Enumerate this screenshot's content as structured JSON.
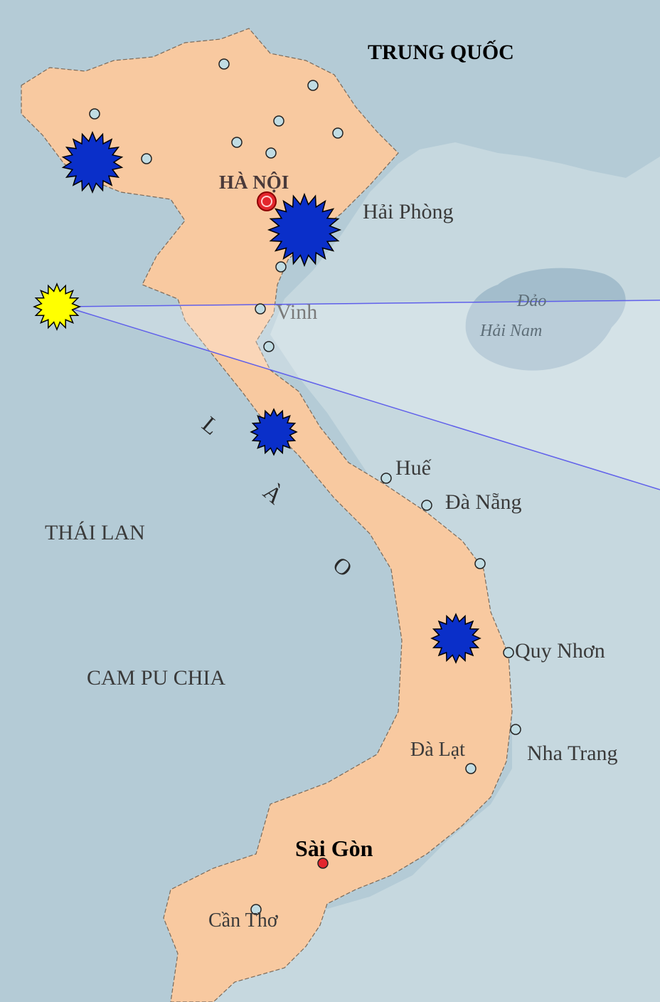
{
  "map": {
    "labels": {
      "china": "TRUNG QUỐC",
      "hanoi": "HÀ NỘI",
      "hai_phong": "Hải Phòng",
      "hainan_1": "Đảo",
      "hainan_2": "Hải Nam",
      "vinh": "Vinh",
      "lao_1": "L",
      "lao_2": "À",
      "lao_3": "O",
      "thailand": "THÁI LAN",
      "hue": "Huế",
      "da_nang": "Đà Nẵng",
      "cambodia": "CAM PU CHIA",
      "quy_nhon": "Quy Nhơn",
      "da_lat": "Đà Lạt",
      "nha_trang": "Nha Trang",
      "sai_gon": "Sài Gòn",
      "can_tho": "Cần Thơ"
    },
    "colors": {
      "sea": "#c6d8df",
      "land_vietnam": "#f8c9a0",
      "land_neighbor": "#b4cbd6",
      "hainan": "#a3bdcc",
      "burst_blue": "#0a2fc9",
      "burst_yellow": "#ffff00",
      "capital_red": "#e3262d",
      "city_marker": "#c0dce3",
      "pointer_line": "#4a4ae8"
    },
    "markers": {
      "capital": "capital-marker-icon",
      "city": "city-marker-icon",
      "blue_burst": "blue-starburst-icon",
      "yellow_burst": "yellow-starburst-icon"
    }
  }
}
